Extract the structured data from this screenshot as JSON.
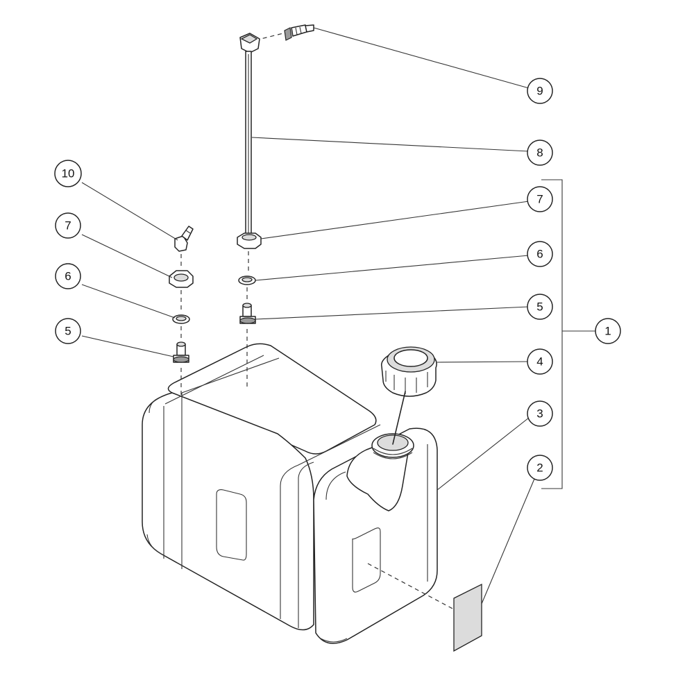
{
  "callouts": {
    "c1": "1",
    "c2": "2",
    "c3": "3",
    "c4": "4",
    "c5_right": "5",
    "c6_right": "6",
    "c7_right": "7",
    "c8": "8",
    "c9": "9",
    "c10": "10",
    "c7_left": "7",
    "c6_left": "6",
    "c5_left": "5"
  },
  "colors": {
    "line": "#222222",
    "background": "#ffffff",
    "label_shade": "#dcdcdc"
  }
}
